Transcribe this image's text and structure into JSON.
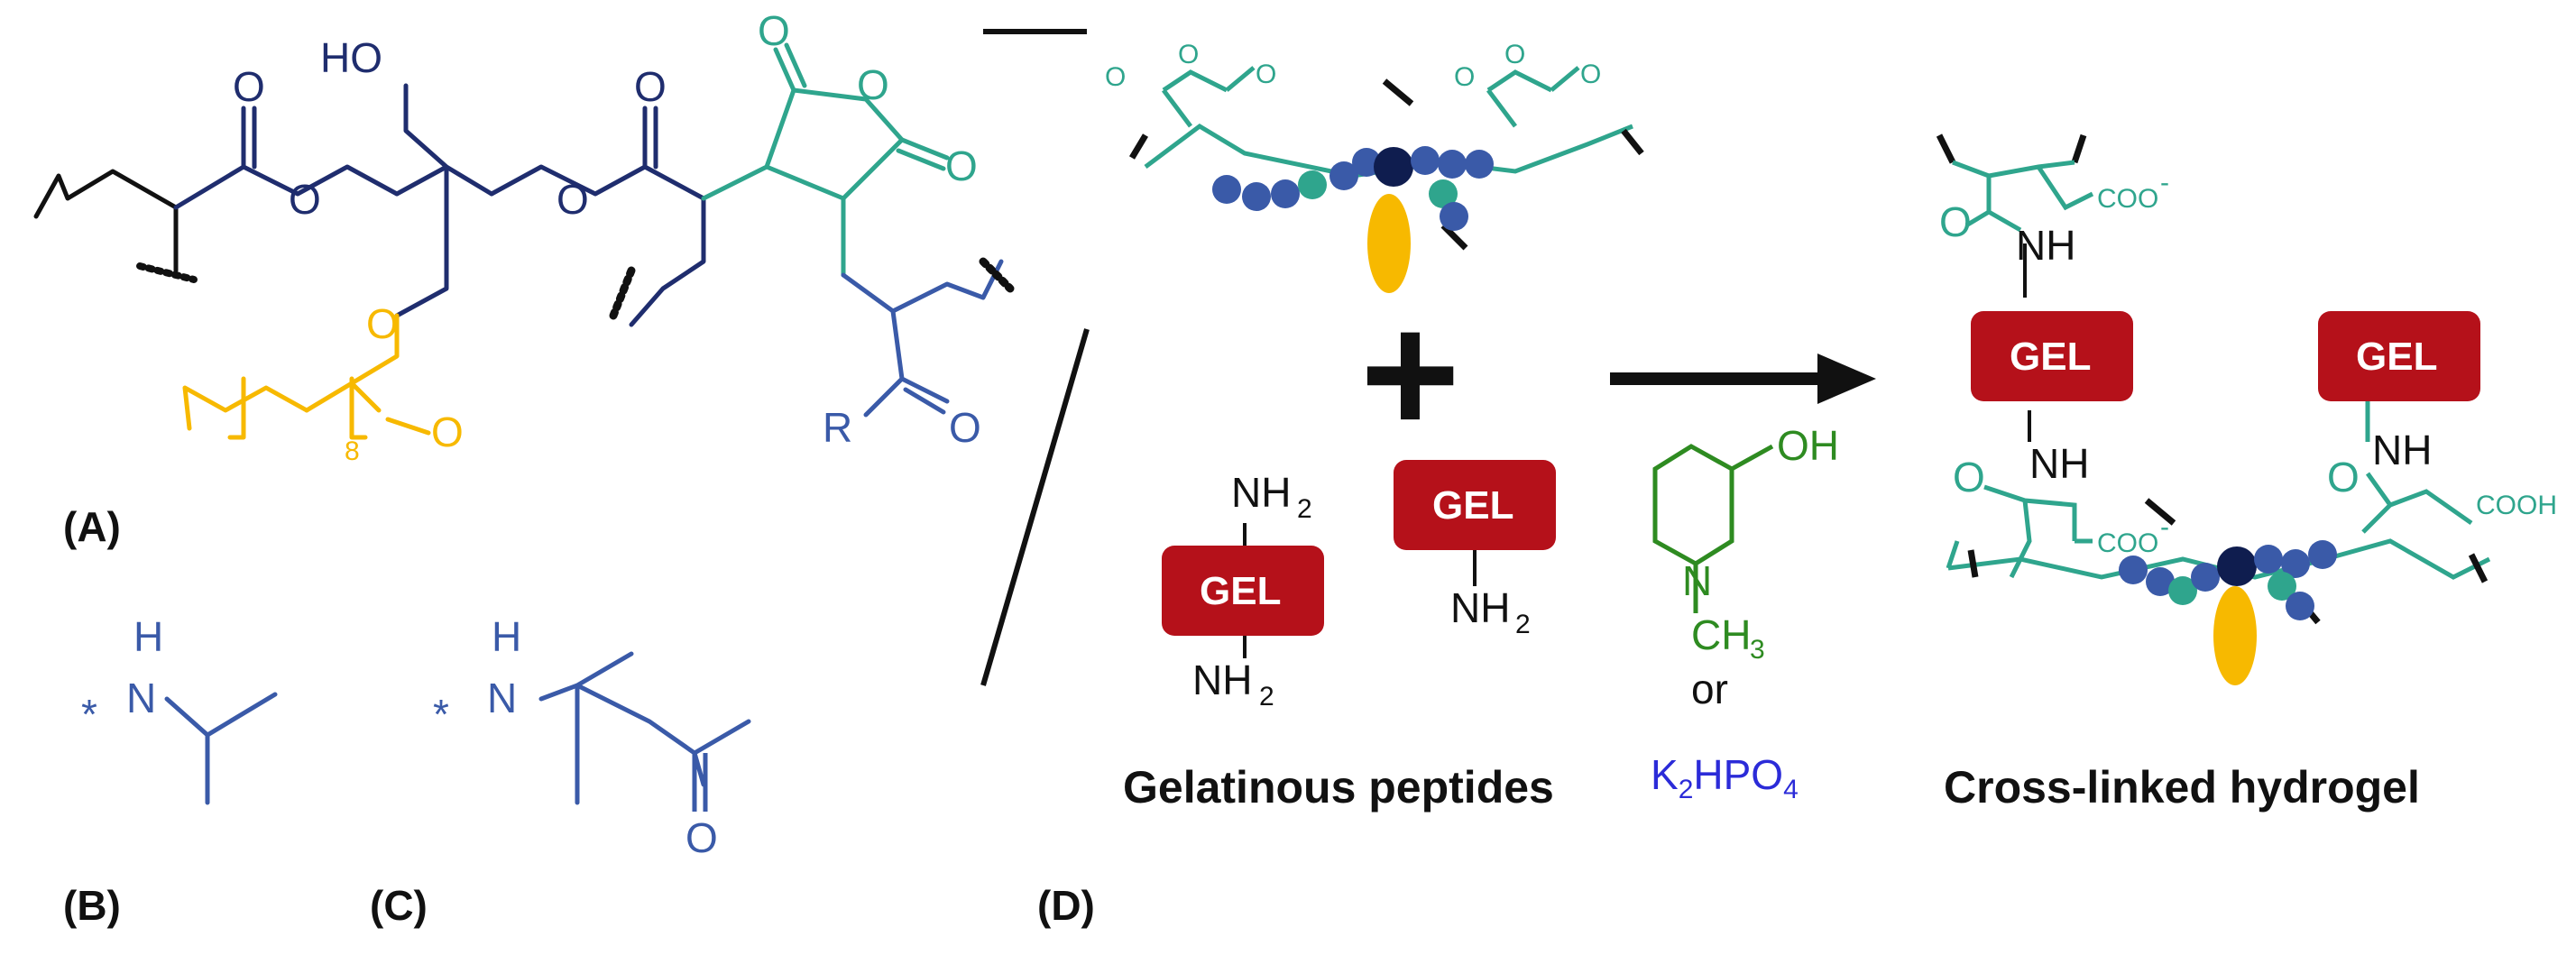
{
  "colors": {
    "navy": "#1f2d6e",
    "blue": "#3a5aa8",
    "teal": "#2fa58d",
    "yellow": "#f7b900",
    "gel_red": "#b5111a",
    "green": "#2e8b21",
    "k2hpo4_blue": "#2b2bd8",
    "black": "#111111"
  },
  "panel_labels": {
    "a": "(A)",
    "b": "(B)",
    "c": "(C)",
    "d": "(D)"
  },
  "structure_a": {
    "ho": "HO",
    "o_top_left": "O",
    "o_ester_left": "O",
    "o_top_mid": "O",
    "o_ester_mid": "O",
    "o_anhydride_top": "O",
    "o_anhydride_ring": "O",
    "o_anhydride_right": "O",
    "o_yellow_ring": "O",
    "o_yellow_carbonyl": "O",
    "subscript_8": "8",
    "r_label": "R",
    "o_amide": "O"
  },
  "structure_b": {
    "star": "*",
    "nh_h": "H",
    "nh_n": "N"
  },
  "structure_c": {
    "star": "*",
    "nh_h": "H",
    "nh_n": "N",
    "o_ketone": "O"
  },
  "panel_d": {
    "plus": "+",
    "gel": "GEL",
    "nh2": "NH",
    "nh2_sub": "2",
    "oh": "OH",
    "n_label": "N",
    "ch3": "CH",
    "ch3_sub": "3",
    "or": "or",
    "k2hpo4_k": "K",
    "k2hpo4_sub": "2",
    "k2hpo4_rest": "HPO",
    "k2hpo4_sub2": "4",
    "caption_left": "Gelatinous peptides",
    "caption_right": "Cross-linked hydrogel",
    "coo_minus": "COO",
    "minus": "-",
    "cooh": "COOH",
    "nh": "NH",
    "o": "O",
    "anh_o": "O"
  }
}
